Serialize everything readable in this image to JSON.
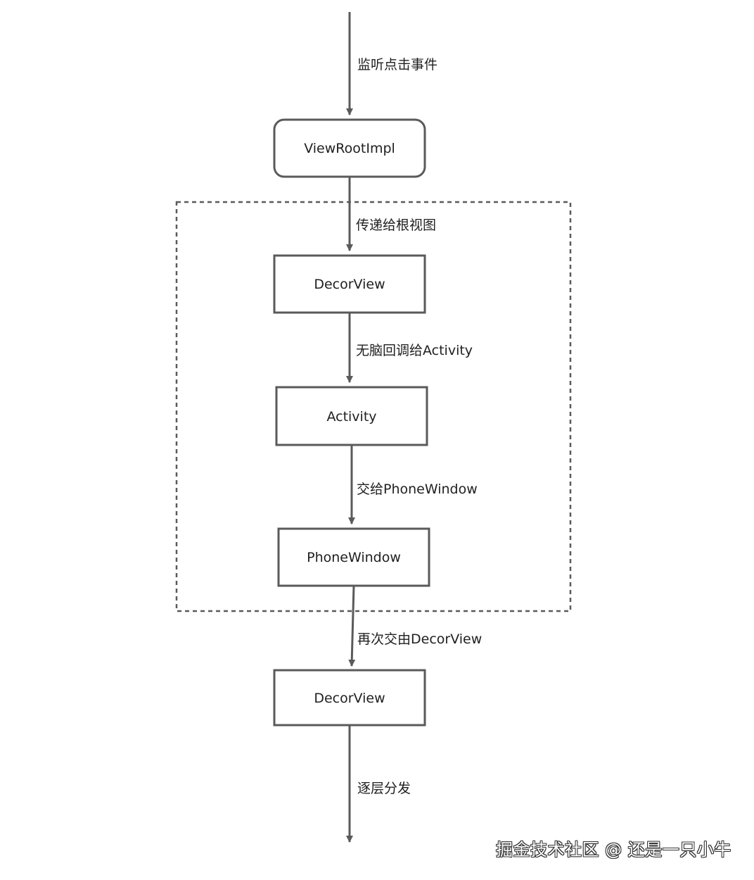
{
  "nodes": {
    "viewrootimpl": "ViewRootImpl",
    "decorview_1": "DecorView",
    "activity": "Activity",
    "phonewindow": "PhoneWindow",
    "decorview_2": "DecorView"
  },
  "edges": {
    "listen": "监听点击事件",
    "to_root": "传递给根视图",
    "to_activity": "无脑回调给Activity",
    "to_phonewindow": "交给PhoneWindow",
    "back_to_decor": "再次交由DecorView",
    "dispatch": "逐层分发"
  },
  "watermark": "掘金技术社区 @ 还是一只小牛",
  "colors": {
    "stroke": "#5a5a5a",
    "text": "#1f1f1f",
    "background": "#ffffff"
  }
}
